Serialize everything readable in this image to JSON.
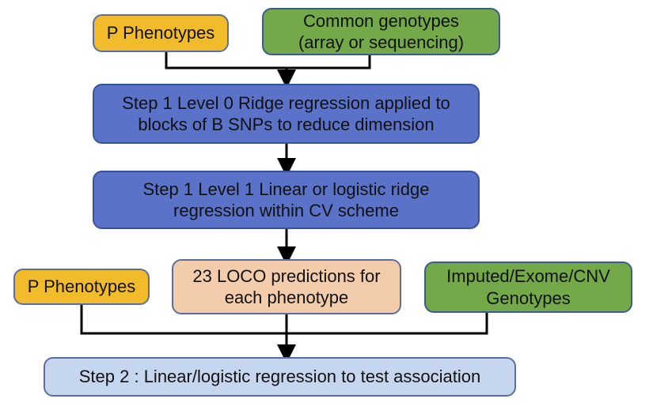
{
  "nodes": {
    "phenotypes_top": "P Phenotypes",
    "common_genotypes_line1": "Common genotypes",
    "common_genotypes_line2": "(array or sequencing)",
    "level0_line1": "Step 1 Level 0 Ridge regression applied to",
    "level0_line2": "blocks of B SNPs to reduce dimension",
    "level1_line1": "Step 1 Level 1 Linear or logistic ridge",
    "level1_line2": "regression within CV scheme",
    "loco_line1": "23 LOCO predictions for",
    "loco_line2": "each phenotype",
    "phenotypes_bottom": "P Phenotypes",
    "imputed_line1": "Imputed/Exome/CNV",
    "imputed_line2": "Genotypes",
    "step2": "Step 2 : Linear/logistic regression to test association"
  },
  "colors": {
    "yellow": "#f2bb2b",
    "green": "#73a948",
    "blue": "#5a72c7",
    "peach": "#f2ccab",
    "light_blue": "#c5d6ee",
    "connector": "#000000"
  }
}
